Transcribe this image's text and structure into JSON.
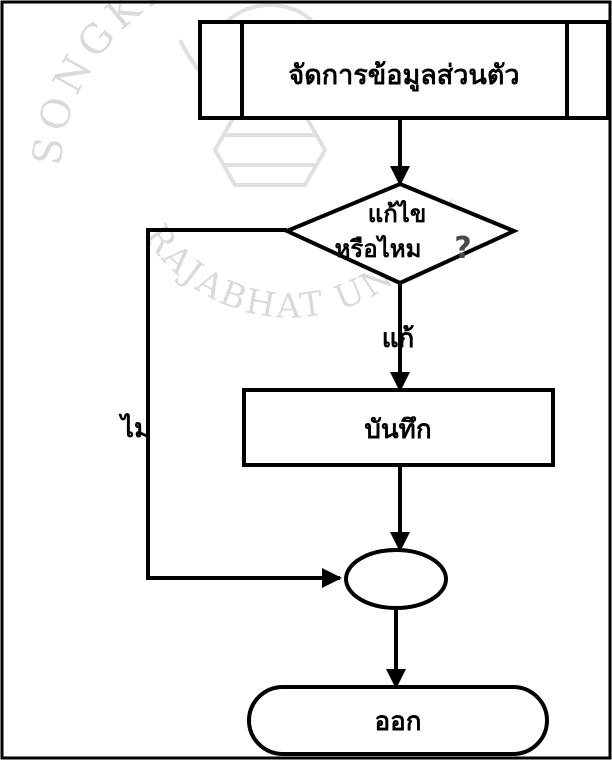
{
  "watermark": {
    "text_top": "SONGKHLA",
    "text_bottom": "RAJABHAT UNIVERSITY",
    "color": "#bdbdbd"
  },
  "diagram": {
    "process_manage": "จัดการข้อมูลส่วนตัว",
    "decision_line1": "แก้ไข",
    "decision_line2": "หรือไหม",
    "decision_mark": "?",
    "branch_yes": "แก้",
    "branch_no": "ไม่",
    "process_save": "บันทึก",
    "terminal_exit": "ออก"
  },
  "colors": {
    "stroke": "#000000",
    "fill": "#ffffff"
  }
}
